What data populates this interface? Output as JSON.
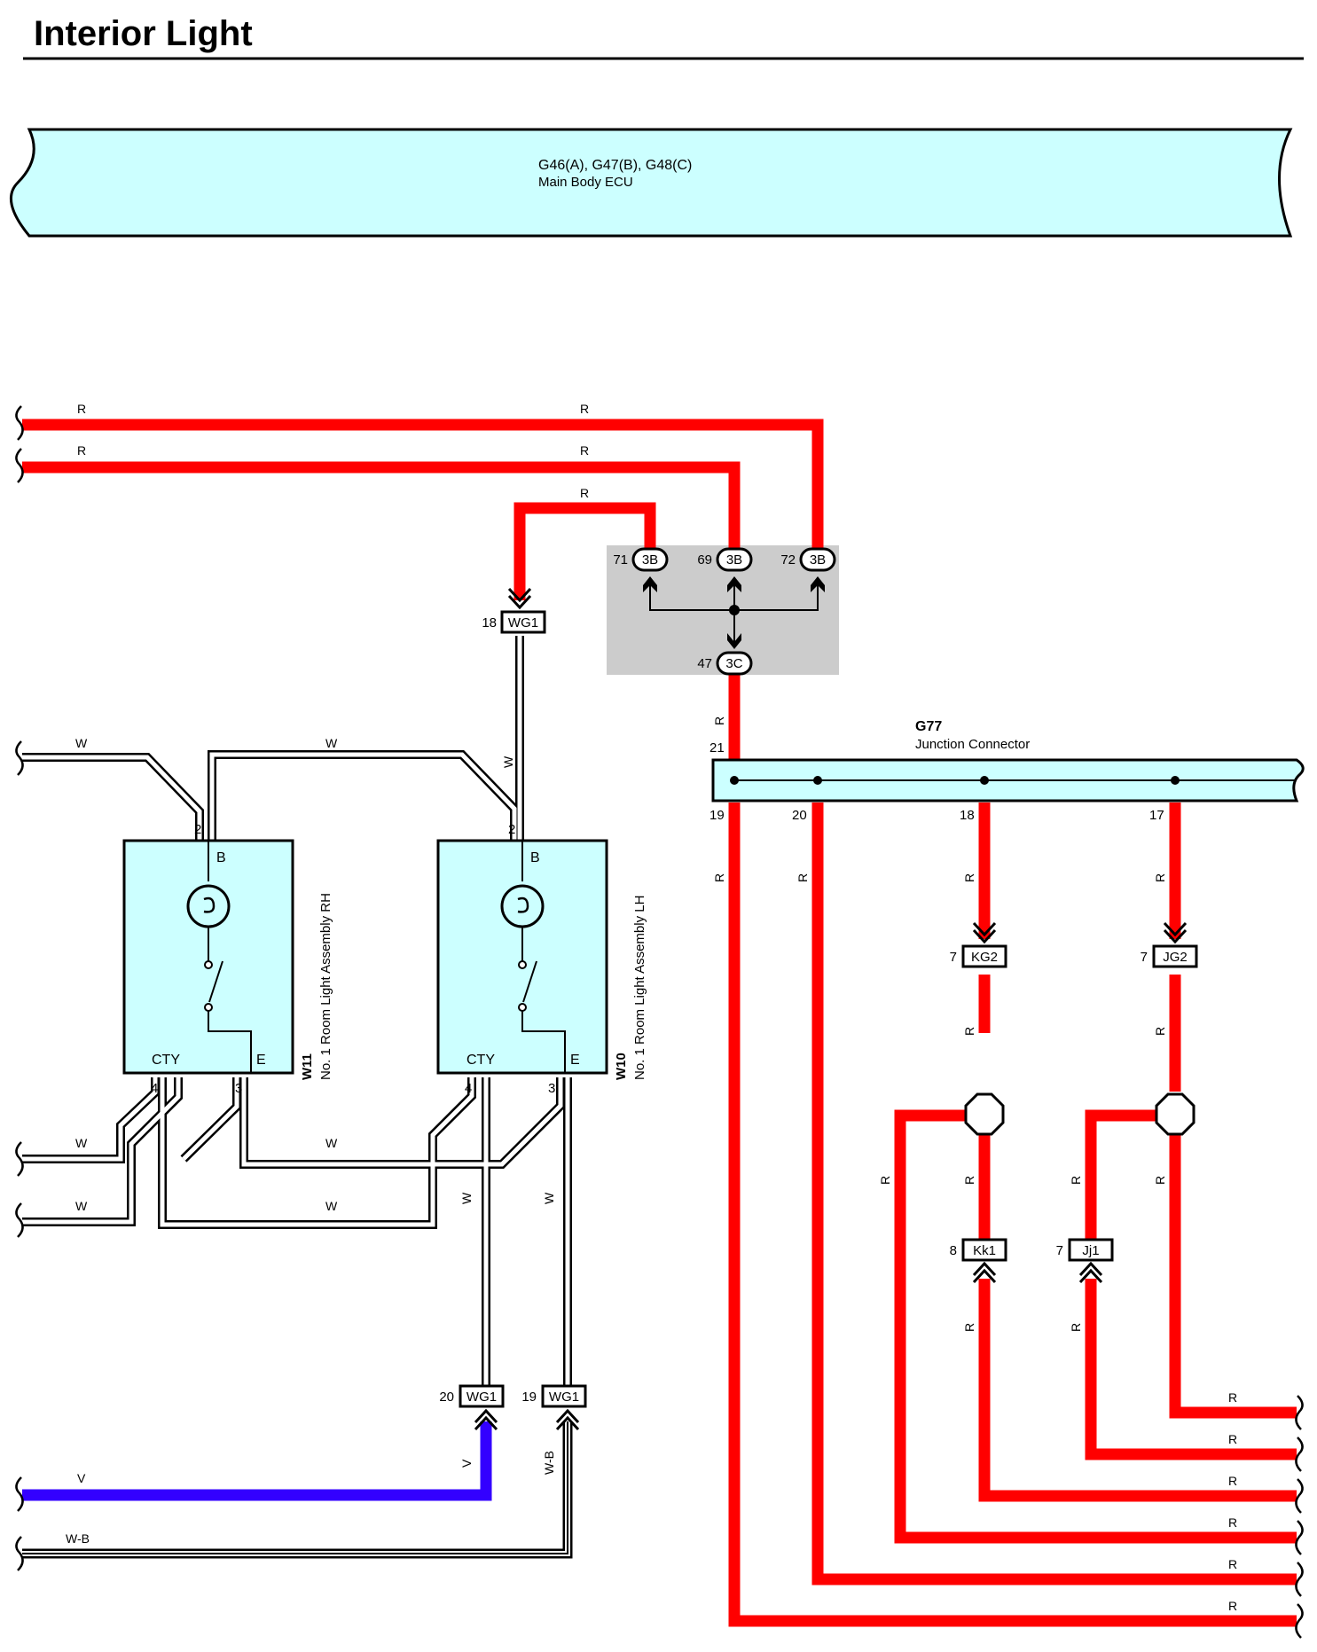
{
  "title": "Interior Light",
  "ecu": {
    "code": "G46(A), G47(B), G48(C)",
    "name": "Main Body ECU"
  },
  "junction": {
    "code": "G77",
    "name": "Junction Connector"
  },
  "assemblies": [
    {
      "code": "W11",
      "name": "No. 1 Room Light Assembly RH",
      "pin_b": "B",
      "pin_cty": "CTY",
      "pin_e": "E"
    },
    {
      "code": "W10",
      "name": "No. 1 Room Light Assembly LH",
      "pin_b": "B",
      "pin_cty": "CTY",
      "pin_e": "E"
    }
  ],
  "ecu_terminals": [
    {
      "pin": "71",
      "conn": "3B"
    },
    {
      "pin": "69",
      "conn": "3B"
    },
    {
      "pin": "72",
      "conn": "3B"
    },
    {
      "pin": "47",
      "conn": "3C"
    }
  ],
  "connectors": [
    {
      "pin": "18",
      "code": "WG1"
    },
    {
      "pin": "20",
      "code": "WG1"
    },
    {
      "pin": "19",
      "code": "WG1"
    },
    {
      "pin": "7",
      "code": "KG2"
    },
    {
      "pin": "7",
      "code": "JG2"
    },
    {
      "pin": "8",
      "code": "Kk1"
    },
    {
      "pin": "7",
      "code": "Jj1"
    }
  ],
  "junction_pins": [
    "21",
    "19",
    "20",
    "18",
    "17"
  ],
  "assembly_pins": [
    "2",
    "4",
    "3",
    "2",
    "4",
    "3"
  ],
  "wire_colors": {
    "red": "R",
    "white": "W",
    "violet": "V",
    "white_black": "W-B"
  },
  "colors": {
    "ecu_fill": "#ccffff",
    "wire_red": "#ff0000",
    "wire_violet": "#3300ff",
    "wire_white_fill": "#ffffff",
    "junction_block": "#cccccc"
  }
}
